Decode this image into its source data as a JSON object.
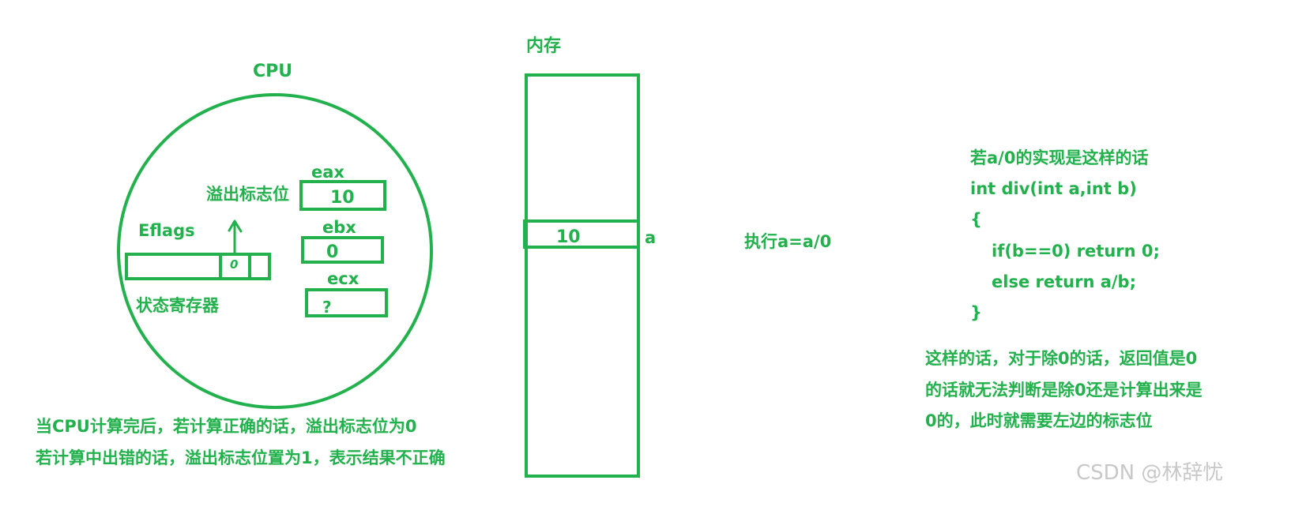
{
  "colors": {
    "ink": "#22b14c",
    "watermark": "#c8c8c8",
    "background": "#ffffff"
  },
  "cpu": {
    "title": "CPU",
    "registers": [
      {
        "name": "eax",
        "value": "10"
      },
      {
        "name": "ebx",
        "value": "0"
      },
      {
        "name": "ecx",
        "value": "?"
      }
    ],
    "overflow_flag_label": "溢出标志位",
    "eflags_label": "Eflags",
    "flag_cell_value": "0",
    "status_register_label": "状态寄存器"
  },
  "memory": {
    "title": "内存",
    "cell_value": "10",
    "cell_label": "a"
  },
  "operation": "执行a=a/0",
  "notes": {
    "cpu_note": [
      "当CPU计算完后，若计算正确的话，溢出标志位为0",
      "若计算中出错的话，溢出标志位置为1，表示结果不正确"
    ]
  },
  "code_block": {
    "intro": "若a/0的实现是这样的话",
    "lines": [
      "int div(int a,int b)",
      "{",
      "   if(b==0) return 0;",
      "   else return a/b;",
      "}"
    ]
  },
  "explanation": [
    "这样的话，对于除0的话，返回值是0",
    "的话就无法判断是除0还是计算出来是",
    "0的，此时就需要左边的标志位"
  ],
  "watermark": "CSDN @林辞忧"
}
